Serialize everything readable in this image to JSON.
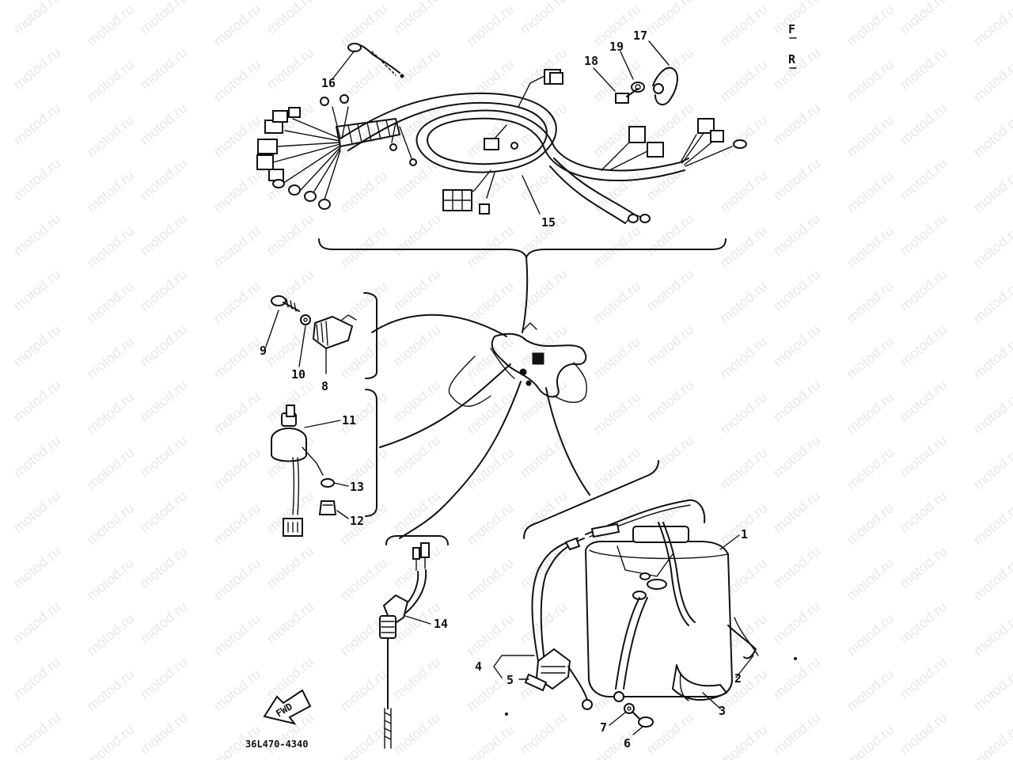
{
  "orientation": {
    "front": "F",
    "rear": "R"
  },
  "callouts": [
    "1",
    "2",
    "3",
    "4",
    "5",
    "6",
    "7",
    "8",
    "9",
    "10",
    "11",
    "12",
    "13",
    "14",
    "15",
    "16",
    "17",
    "18",
    "19"
  ],
  "fwd_label": "FWD",
  "part_code": "36L470-4340",
  "watermark": "motod.ru"
}
